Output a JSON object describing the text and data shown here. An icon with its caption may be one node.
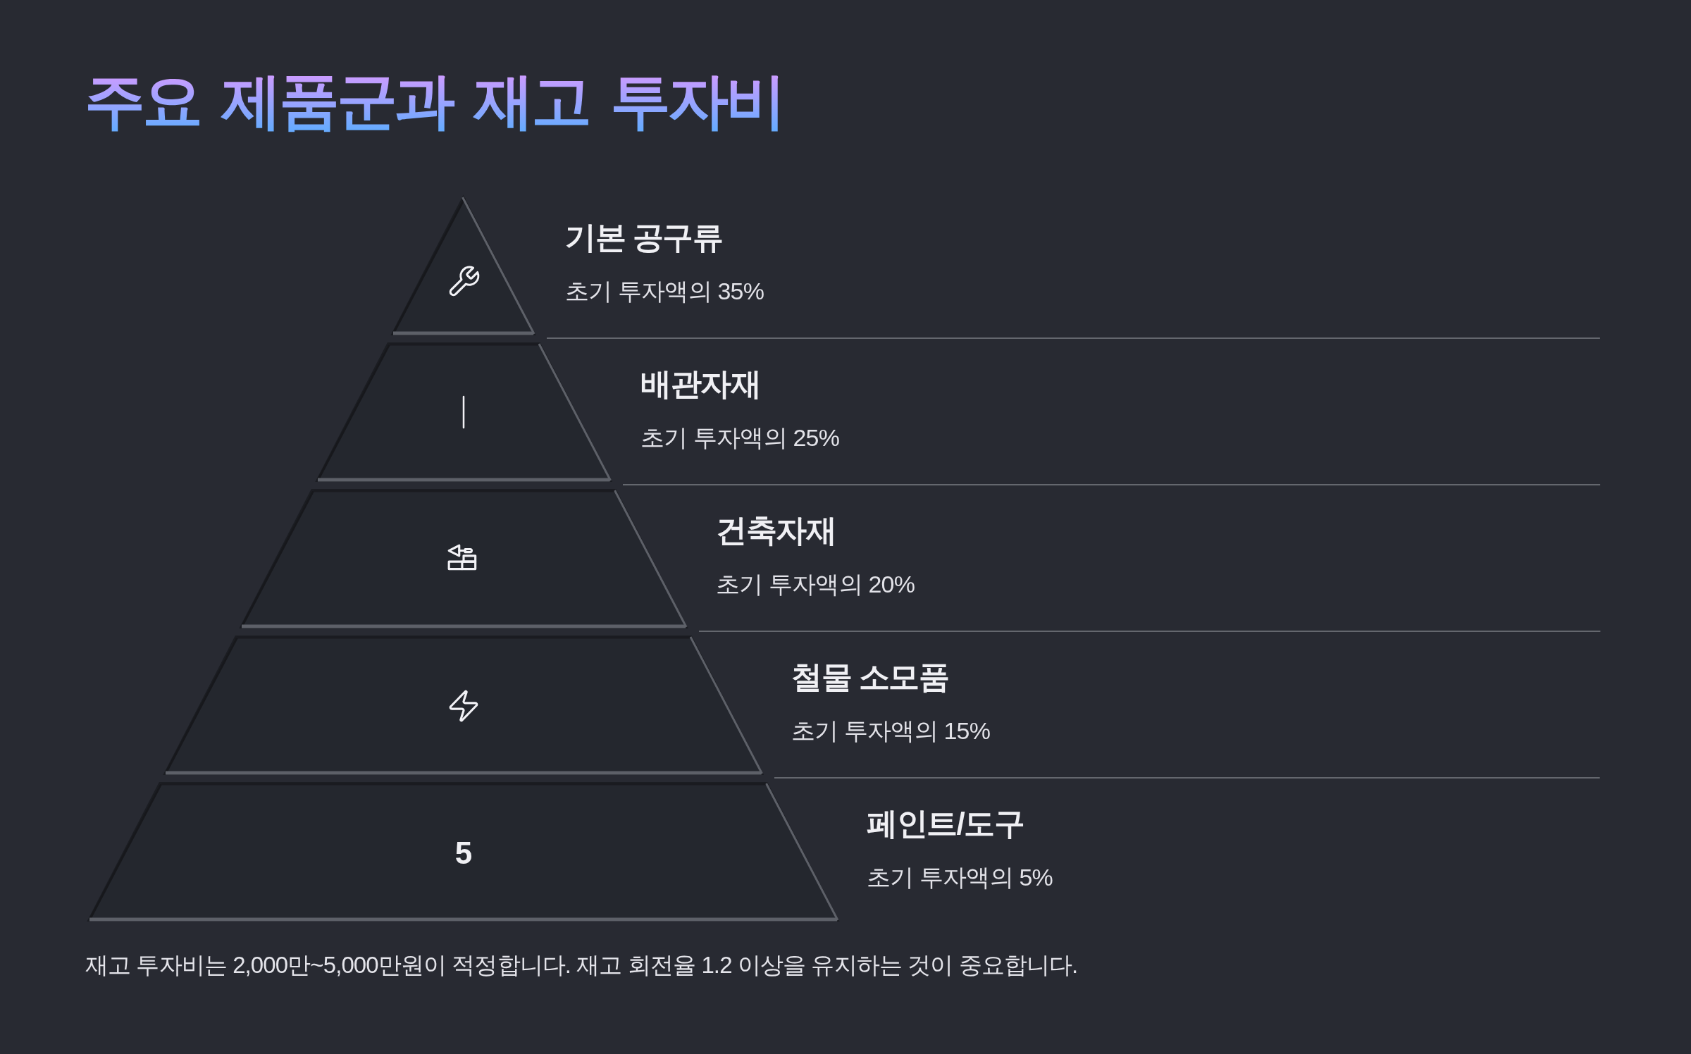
{
  "diagram": {
    "title": "주요 제품군과 재고 투자비",
    "caption": "재고 투자비는 2,000만~5,000만원이 적정합니다. 재고 회전율 1.2 이상을 유지하는 것이 중요합니다.",
    "nodes": [
      {
        "text": [
          "기본 공구류",
          "초기 투자액의 35%"
        ]
      },
      {
        "text": [
          "배관자재",
          "초기 투자액의 25%"
        ]
      },
      {
        "text": [
          "건축자재",
          "초기 투자액의 20%"
        ]
      },
      {
        "text": [
          "철물 소모품",
          "초기 투자액의 15%"
        ]
      },
      {
        "text": [
          "5",
          "페인트/도구",
          "초기 투자액의 5%"
        ]
      }
    ]
  }
}
